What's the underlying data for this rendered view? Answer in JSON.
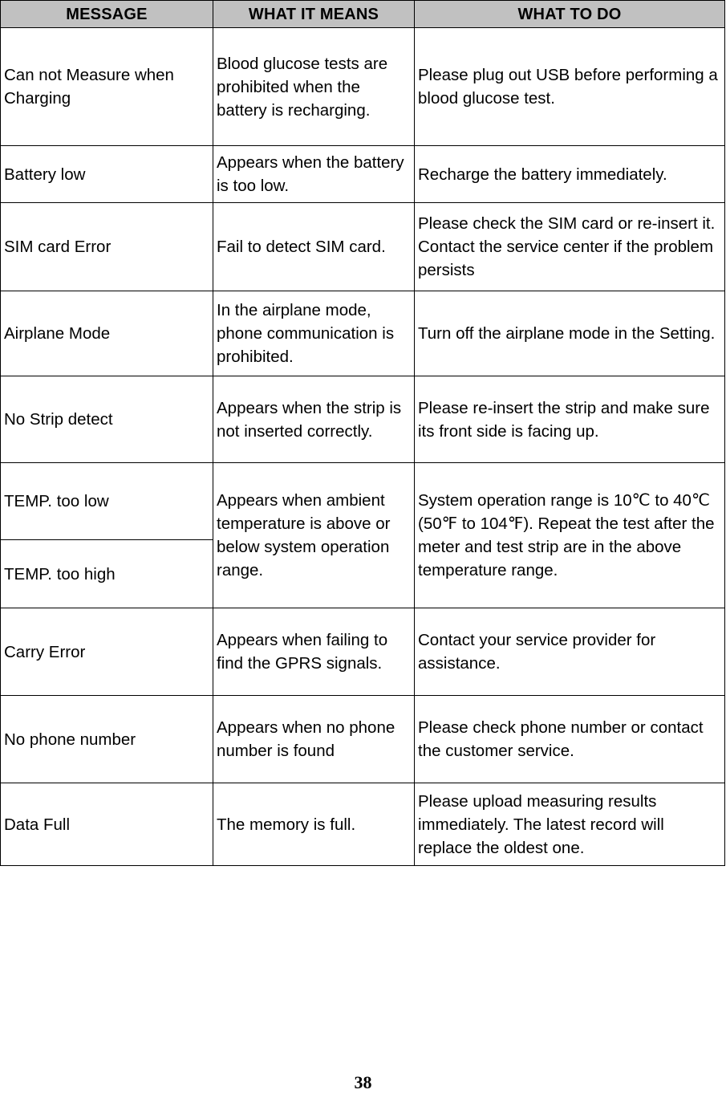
{
  "document": {
    "page_number": "38",
    "table": {
      "headers": [
        "MESSAGE",
        "WHAT IT MEANS",
        "WHAT TO DO"
      ],
      "header_background": "#c1c1c1",
      "rows": [
        {
          "message": "Can not Measure when Charging",
          "means": "Blood glucose tests are prohibited when the battery is recharging.",
          "todo": "Please plug out USB before performing a blood glucose test."
        },
        {
          "message": "Battery low",
          "means": "Appears when the battery is too low.",
          "todo": "Recharge the battery immediately."
        },
        {
          "message": "SIM card Error",
          "means": "Fail to detect SIM card.",
          "todo": "Please check the SIM card or re-insert it. Contact the service center if the problem persists"
        },
        {
          "message": "Airplane Mode",
          "means": "In the airplane mode, phone communication is prohibited.",
          "todo": "Turn off the airplane mode in the Setting."
        },
        {
          "message": "No Strip detect",
          "means": "Appears when the strip is not inserted correctly.",
          "todo": "Please re-insert the strip and make sure its front side is facing up."
        },
        {
          "message": "TEMP. too low",
          "message2": "TEMP. too high",
          "means": "Appears when ambient temperature is above or below system operation range.",
          "todo": "System operation range is 10℃ to 40℃ (50℉ to 104℉). Repeat the test after the meter and test strip are in the above temperature range."
        },
        {
          "message": "Carry Error",
          "means": "Appears when failing to find the GPRS signals.",
          "todo": "Contact your service provider for assistance."
        },
        {
          "message": "No phone number",
          "means": "Appears when no phone number is found",
          "todo": "Please check phone number or contact the customer service."
        },
        {
          "message": "Data Full",
          "means": "The memory is full.",
          "todo": "Please upload measuring results immediately. The latest record will replace the oldest one."
        }
      ]
    }
  }
}
